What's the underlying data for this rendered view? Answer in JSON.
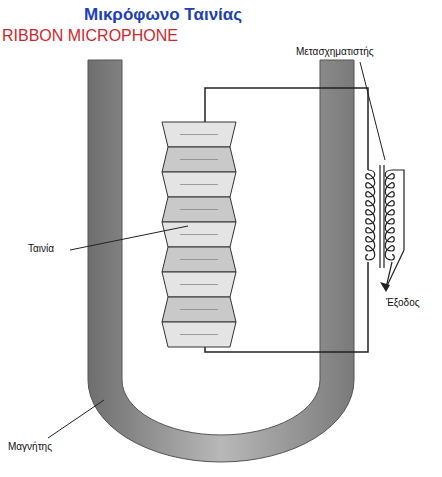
{
  "diagram": {
    "title": "Μικρόφωνο Ταινίας",
    "labels": [
      "RIBBON MICROPHONE",
      "Μετασχηματιστής",
      "Ταινία",
      "Έξοδος",
      "Μαγνήτης"
    ]
  }
}
